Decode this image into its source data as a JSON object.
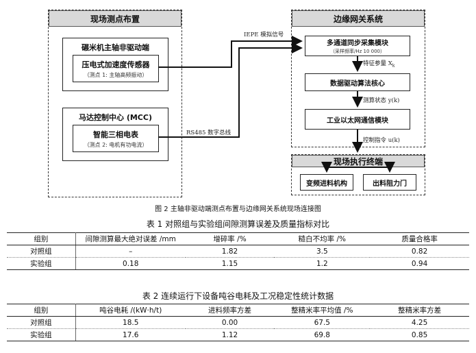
{
  "diagram": {
    "left_panel_title": "现场测点布置",
    "right_panel_title": "边缘网关系统",
    "bottom_panel_title": "现场执行终端",
    "group1": {
      "title": "碾米机主轴非驱动端",
      "inner_main": "压电式加速度传感器",
      "inner_sub": "（测点 1: 主轴高频振动）"
    },
    "group2": {
      "title": "马达控制中心 (MCC)",
      "inner_main": "智能三相电表",
      "inner_sub": "（测点 2: 电机有功电流）"
    },
    "modules": [
      {
        "main": "多通道同步采集模块",
        "sub": "（采样频率/Hz 10 000）"
      },
      {
        "main": "数据驱动算法核心",
        "sub": ""
      },
      {
        "main": "工业以太网通信模块",
        "sub": ""
      }
    ],
    "terminals": [
      "变频进料机构",
      "出料阻力门"
    ],
    "signals": {
      "iepe": "IEPE 模拟信号",
      "rs485": "RS485 数字总线",
      "feature": "特征参量 X",
      "feature_sub": "k",
      "state": "测算状态 y(k)",
      "control": "控制指令 u(k)"
    },
    "caption": "图 2 主轴非驱动端测点布置与边缘网关系统现场连接图"
  },
  "table1": {
    "title": "表 1 对照组与实验组间隙测算误差及质量指标对比",
    "headers": [
      "组别",
      "间隙测算最大绝对误差 /mm",
      "增碎率 /%",
      "糙白不均率 /%",
      "质量合格率"
    ],
    "rows": [
      [
        "对照组",
        "–",
        "1.82",
        "3.5",
        "0.82"
      ],
      [
        "实验组",
        "0.18",
        "1.15",
        "1.2",
        "0.94"
      ]
    ]
  },
  "table2": {
    "title": "表 2 连续运行下设备吨谷电耗及工况稳定性统计数据",
    "headers": [
      "组别",
      "吨谷电耗 /(kW·h/t)",
      "进料频率方差",
      "整精米率平均值 /%",
      "整精米率方差"
    ],
    "rows": [
      [
        "对照组",
        "18.5",
        "0.00",
        "67.5",
        "4.25"
      ],
      [
        "实验组",
        "17.6",
        "1.12",
        "69.8",
        "0.85"
      ]
    ]
  }
}
